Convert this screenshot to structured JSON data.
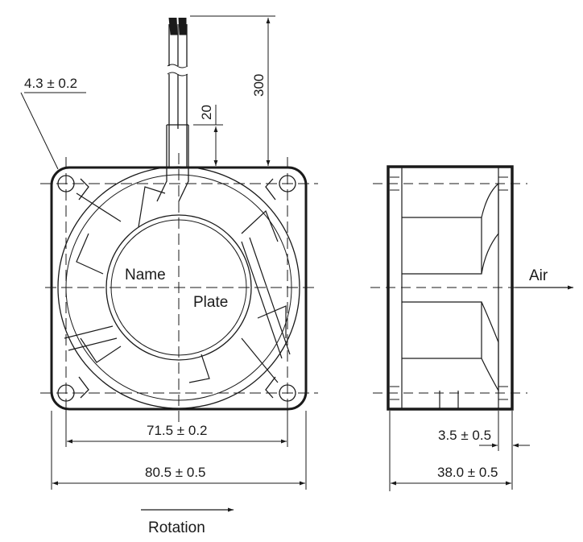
{
  "front_view": {
    "hole_label": "4.3 ± 0.2",
    "cable_length": "300",
    "cable_offset": "20",
    "hub_text_line1": "Name",
    "hub_text_line2": "Plate",
    "hole_spacing": "71.5 ± 0.2",
    "frame_width": "80.5 ± 0.5",
    "rotation_label": "Rotation"
  },
  "side_view": {
    "air_label": "Air",
    "flange_depth": "3.5 ± 0.5",
    "frame_depth": "38.0 ± 0.5"
  }
}
